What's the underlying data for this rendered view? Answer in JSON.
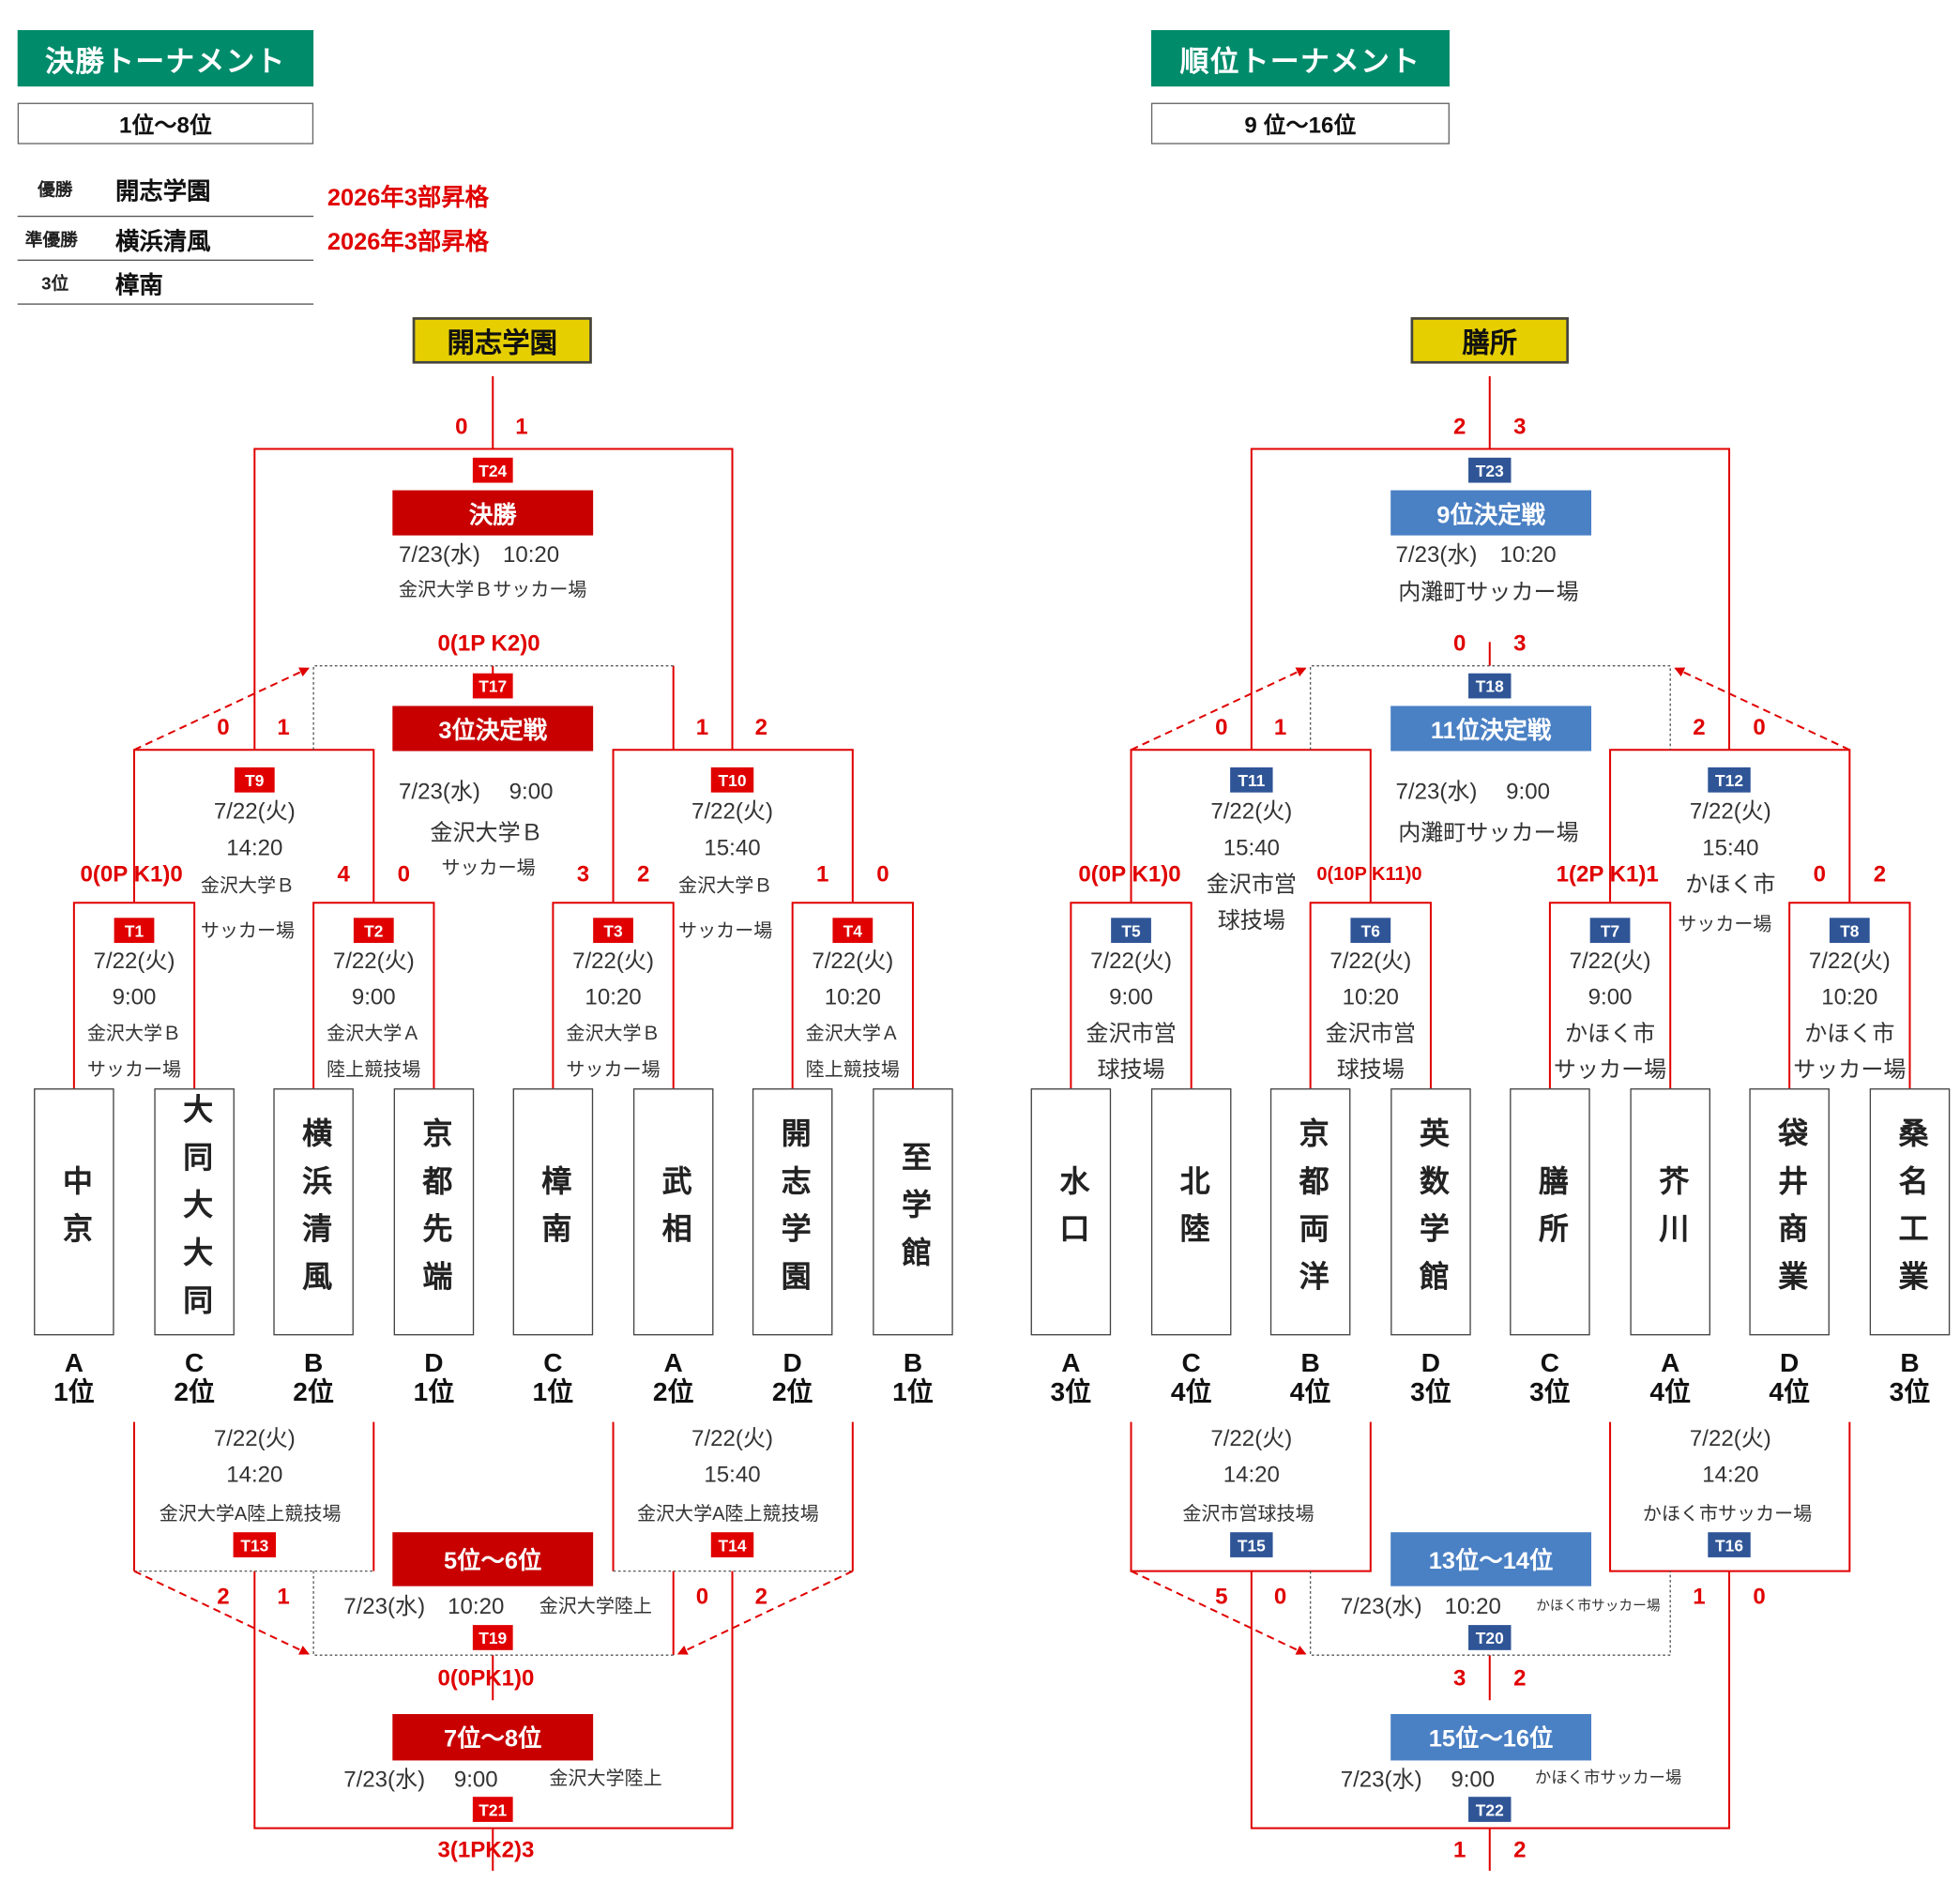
{
  "left": {
    "title": "決勝トーナメント",
    "range": "1位～8位",
    "results": {
      "r1_label": "優勝",
      "r1_team": "開志学園",
      "r1_note": "2026年3部昇格",
      "r2_label": "準優勝",
      "r2_team": "横浜清風",
      "r2_note": "2026年3部昇格",
      "r3_label": "3位",
      "r3_team": "樟南"
    },
    "winner": "開志学園",
    "teams": [
      {
        "name": "中京",
        "seed": "A\n1位"
      },
      {
        "name": "大同大大同",
        "seed": "C\n2位"
      },
      {
        "name": "横浜清風",
        "seed": "B\n2位"
      },
      {
        "name": "京都先端",
        "seed": "D\n1位"
      },
      {
        "name": "樟南",
        "seed": "C\n1位"
      },
      {
        "name": "武相",
        "seed": "A\n2位"
      },
      {
        "name": "開志学園",
        "seed": "D\n2位"
      },
      {
        "name": "至学館",
        "seed": "B\n1位"
      }
    ],
    "t1": {
      "tag": "T1",
      "info": "7/22(火)\n9:00",
      "venue": "金沢大学Ｂ\nサッカー場",
      "score": "0(0P K1)0"
    },
    "t2": {
      "tag": "T2",
      "info": "7/22(火)\n9:00",
      "venue": "金沢大学Ａ\n陸上競技場",
      "s_left": "4",
      "s_right": "0"
    },
    "t3": {
      "tag": "T3",
      "info": "7/22(火)\n10:20",
      "venue": "金沢大学Ｂ\nサッカー場",
      "s_left": "3",
      "s_right": "2"
    },
    "t4": {
      "tag": "T4",
      "info": "7/22(火)\n10:20",
      "venue": "金沢大学Ａ\n陸上競技場",
      "s_left": "1",
      "s_right": "0"
    },
    "t9": {
      "tag": "T9",
      "info": "7/22(火)\n14:20",
      "venue": "金沢大学Ｂ",
      "venue2": "サッカー場",
      "s_left": "0",
      "s_right": "1"
    },
    "t10": {
      "tag": "T10",
      "info": "7/22(火)\n15:40",
      "venue": "金沢大学Ｂ",
      "venue2": "サッカー場",
      "s_left": "1",
      "s_right": "2"
    },
    "t17": {
      "tag": "T17",
      "label": "3位決定戦",
      "score": "0(1P K2)0",
      "info": "7/23(水)　 9:00",
      "venue": "金沢大学Ｂ",
      "venue2": "サッカー場"
    },
    "t24": {
      "tag": "T24",
      "label": "決勝",
      "s_left": "0",
      "s_right": "1",
      "info": "7/23(水)　10:20",
      "venue": "金沢大学Ｂサッカー場"
    },
    "t13": {
      "tag": "T13",
      "info": "7/22(火)\n14:20",
      "venue": "金沢大学A陸上競技場",
      "s_left": "2",
      "s_right": "1"
    },
    "t14": {
      "tag": "T14",
      "info": "7/22(火)\n15:40",
      "venue": "金沢大学A陸上競技場",
      "s_left": "0",
      "s_right": "2"
    },
    "t19": {
      "tag": "T19",
      "label": "5位～6位",
      "info": "7/23(水)　10:20",
      "venue": "金沢大学陸上",
      "score": "0(0PK1)0"
    },
    "t21": {
      "tag": "T21",
      "label": "7位～8位",
      "info": "7/23(水)　 9:00",
      "venue": "金沢大学陸上",
      "score": "3(1PK2)3"
    }
  },
  "right": {
    "title": "順位トーナメント",
    "range": "9 位～16位",
    "winner": "膳所",
    "teams": [
      {
        "name": "水口",
        "seed": "A\n3位"
      },
      {
        "name": "北陸",
        "seed": "C\n4位"
      },
      {
        "name": "京都両洋",
        "seed": "B\n4位"
      },
      {
        "name": "英数学館",
        "seed": "D\n3位"
      },
      {
        "name": "膳所",
        "seed": "C\n3位"
      },
      {
        "name": "芥川",
        "seed": "A\n4位"
      },
      {
        "name": "袋井商業",
        "seed": "D\n4位"
      },
      {
        "name": "桑名工業",
        "seed": "B\n3位"
      }
    ],
    "t5": {
      "tag": "T5",
      "info": "7/22(火)\n9:00\n金沢市営\n球技場",
      "score": "0(0P K1)0"
    },
    "t6": {
      "tag": "T6",
      "info": "7/22(火)\n10:20\n金沢市営\n球技場",
      "score": "0(10P K11)0"
    },
    "t7": {
      "tag": "T7",
      "info": "7/22(火)\n9:00\nかほく市\nサッカー場",
      "score": "1(2P K1)1"
    },
    "t8": {
      "tag": "T8",
      "info": "7/22(火)\n10:20\nかほく市\nサッカー場",
      "s_left": "0",
      "s_right": "2"
    },
    "t11": {
      "tag": "T11",
      "info": "7/22(火)\n15:40\n金沢市営\n球技場",
      "s_left": "0",
      "s_right": "1"
    },
    "t12": {
      "tag": "T12",
      "info": "7/22(火)\n15:40\nかほく市",
      "venue2": "サッカー場",
      "s_left": "2",
      "s_right": "0"
    },
    "t18": {
      "tag": "T18",
      "label": "11位決定戦",
      "s_left": "0",
      "s_right": "3",
      "info": "7/23(水)　 9:00",
      "venue": "内灘町サッカー場"
    },
    "t23": {
      "tag": "T23",
      "label": "9位決定戦",
      "s_left": "2",
      "s_right": "3",
      "info": "7/23(水)　10:20",
      "venue": "内灘町サッカー場"
    },
    "t15": {
      "tag": "T15",
      "info": "7/22(火)\n14:20",
      "venue": "金沢市営球技場",
      "s_left": "5",
      "s_right": "0"
    },
    "t16": {
      "tag": "T16",
      "info": "7/22(火)\n14:20",
      "venue": "かほく市サッカー場",
      "s_left": "1",
      "s_right": "0"
    },
    "t20": {
      "tag": "T20",
      "label": "13位～14位",
      "info": "7/23(水)　10:20",
      "venue": "かほく市サッカー場",
      "s_left": "3",
      "s_right": "2"
    },
    "t22": {
      "tag": "T22",
      "label": "15位～16位",
      "info": "7/23(水)　 9:00",
      "venue": "かほく市サッカー場",
      "s_left": "1",
      "s_right": "2"
    }
  },
  "colors": {
    "line": "#e00000",
    "final_band": "#c80000",
    "rank_band": "#4a80c4",
    "tag_red": "#e00000",
    "tag_blue": "#2f5597",
    "header": "#008b6b",
    "winner": "#e6cf00"
  }
}
